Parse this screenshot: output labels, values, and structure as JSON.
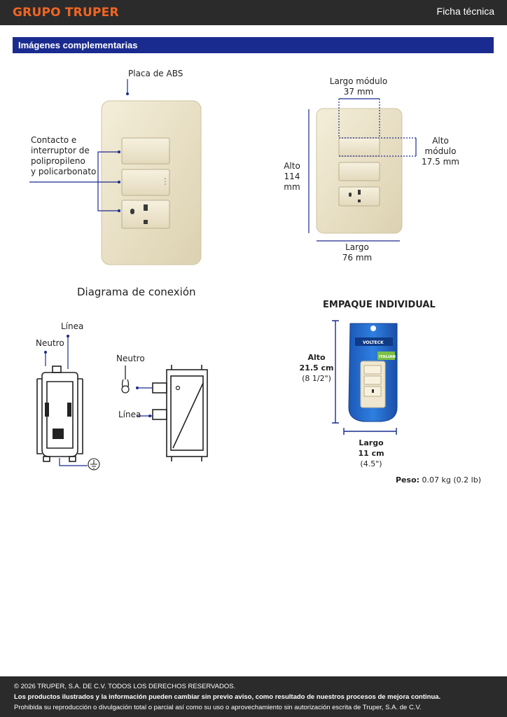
{
  "header": {
    "brand": "GRUPO TRUPER",
    "doc_type": "Ficha técnica"
  },
  "section": {
    "title": "Imágenes complementarias"
  },
  "product_view": {
    "plate_label": "Placa de ABS",
    "contact_label": [
      "Contacto e",
      "interruptor de",
      "polipropileno",
      "y policarbonato"
    ]
  },
  "dimensions": {
    "module_length_label": "Largo módulo",
    "module_length_value": "37 mm",
    "module_height_label": "Alto módulo",
    "module_height_value": "17.5 mm",
    "height_label": "Alto",
    "height_value": "114 mm",
    "length_label": "Largo",
    "length_value": "76 mm"
  },
  "wiring": {
    "title": "Diagrama de conexión",
    "outlet_neutral": "Neutro",
    "outlet_line": "Línea",
    "switch_neutral": "Neutro",
    "switch_line": "Línea"
  },
  "packaging": {
    "title": "EMPAQUE INDIVIDUAL",
    "height_label": "Alto",
    "height_value": "21.5 cm",
    "height_imperial": "(8 1/2\")",
    "length_label": "Largo",
    "length_value": "11 cm",
    "length_imperial": "(4.5\")",
    "brand_on_pack": "VOLTECK",
    "pack_tag": "ITALIAN",
    "weight_label": "Peso:",
    "weight_value": "0.07 kg (0.2 lb)"
  },
  "footer": {
    "copyright": "© 2026 TRUPER, S.A. DE C.V. TODOS LOS DERECHOS RESERVADOS.",
    "notice": "Los productos ilustrados y la información pueden cambiar sin previo aviso, como resultado de nuestros procesos de mejora continua.",
    "prohibition": "Prohibida su reproducción o divulgación total o parcial así como su uso o aprovechamiento sin autorización escrita de Truper, S.A. de C.V."
  },
  "colors": {
    "brand_orange": "#f26522",
    "navy": "#1a2b8f",
    "dark_bar": "#2b2b2b",
    "plate_ivory": "#ece3c9"
  }
}
